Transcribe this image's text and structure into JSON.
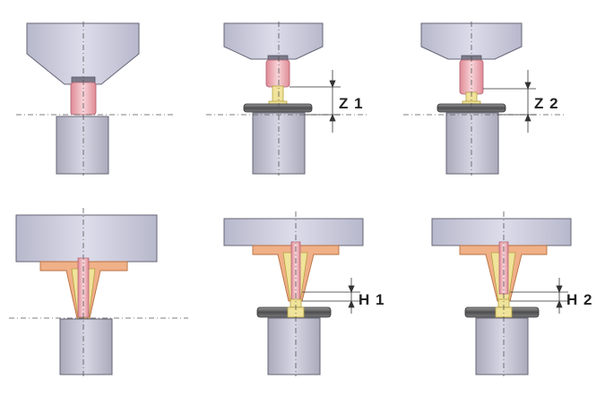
{
  "labels": {
    "z1": "Z 1",
    "z2": "Z 2",
    "h1": "H 1",
    "h2": "H 2"
  },
  "colors": {
    "machine_body": "#c9c9d9",
    "machine_edge": "#666677",
    "base_block": "#c6c6d4",
    "pin": "#e8a0a8",
    "pin_core": "#f4d0d6",
    "holder": "#f0b088",
    "holder_edge": "#b87040",
    "insert": "#f0e39a",
    "insert_edge": "#b5a040",
    "centerline": "#555555",
    "dim_line": "#333333",
    "washer": "#6f6f70"
  }
}
